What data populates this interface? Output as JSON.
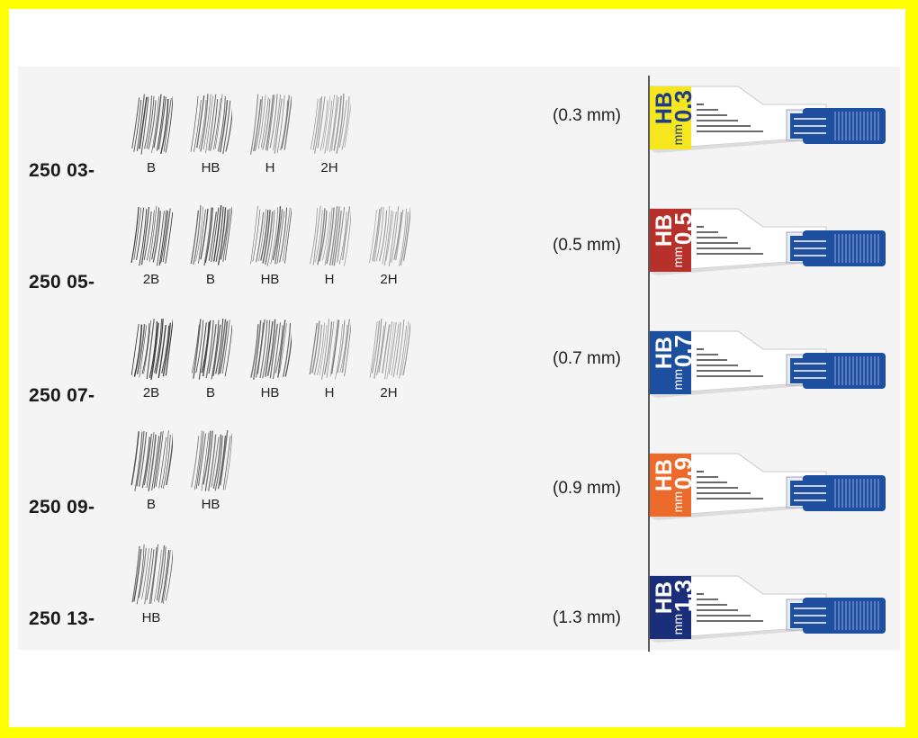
{
  "colors": {
    "border": "#ffff00",
    "panel": "#f4f4f4",
    "cap_blue": "#1e4f9e"
  },
  "rows": [
    {
      "code": "250 03-",
      "grades": [
        "B",
        "HB",
        "H",
        "2H"
      ]
    },
    {
      "code": "250 05-",
      "grades": [
        "2B",
        "B",
        "HB",
        "H",
        "2H"
      ]
    },
    {
      "code": "250 07-",
      "grades": [
        "2B",
        "B",
        "HB",
        "H",
        "2H"
      ]
    },
    {
      "code": "250 09-",
      "grades": [
        "B",
        "HB"
      ]
    },
    {
      "code": "250 13-",
      "grades": [
        "HB"
      ]
    }
  ],
  "cases": [
    {
      "size_label": "(0.3 mm)",
      "size": "0.3",
      "unit": "mm",
      "grade": "HB",
      "color": "#f5e61e",
      "text_color": "#1e3c8c"
    },
    {
      "size_label": "(0.5 mm)",
      "size": "0.5",
      "unit": "mm",
      "grade": "HB",
      "color": "#b8302a",
      "text_color": "#ffffff"
    },
    {
      "size_label": "(0.7 mm)",
      "size": "0.7",
      "unit": "mm",
      "grade": "HB",
      "color": "#1c4fa0",
      "text_color": "#ffffff"
    },
    {
      "size_label": "(0.9 mm)",
      "size": "0.9",
      "unit": "mm",
      "grade": "HB",
      "color": "#ec6a2c",
      "text_color": "#ffffff"
    },
    {
      "size_label": "(1.3 mm)",
      "size": "1.3",
      "unit": "mm",
      "grade": "HB",
      "color": "#1b2e7a",
      "text_color": "#ffffff"
    }
  ]
}
